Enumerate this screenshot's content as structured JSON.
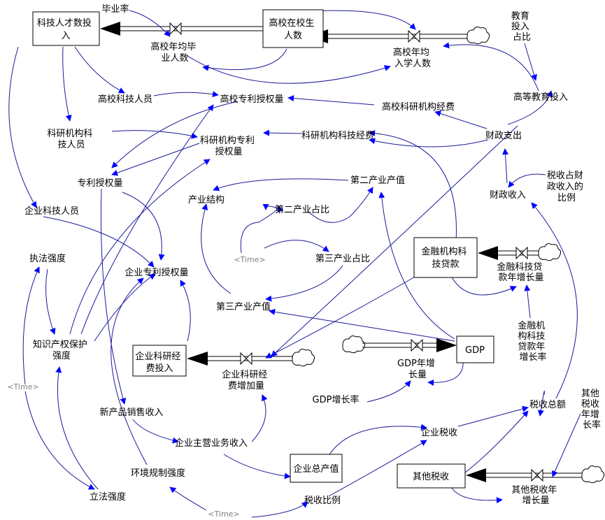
{
  "stocks": {
    "talent": "科技人才数投入",
    "students": "高校在校生人数",
    "finloan": "金融机构科技贷款",
    "firminput": "企业科研经费投入",
    "gdp": "GDP",
    "firmoutput": "企业总产值",
    "othertax": "其他税收"
  },
  "vars": {
    "graduation_rate": "毕业率",
    "grad_flow": "高校年均毕业人数",
    "enroll_flow": "高校年均入学人数",
    "edu_share": "教育投入占比",
    "higher_edu_invest": "高等教育投入",
    "univ_staff": "高校科技人员",
    "univ_patents": "高校专利授权量",
    "univ_funds": "高校科研机构经费",
    "inst_staff": "科研机构科技人员",
    "inst_patents": "科研机构专利授权量",
    "inst_funds": "科研机构科技经费",
    "fiscal_exp": "财政支出",
    "patents": "专利授权量",
    "industry_structure": "产业结构",
    "secondary_output": "第二产业产值",
    "secondary_share": "第二产业占比",
    "tax_share_revenue": "税收占财政收入的比例",
    "fiscal_revenue": "财政收入",
    "firm_staff": "企业科技人员",
    "enforcement": "执法强度",
    "firm_patents": "企业专利授权量",
    "tertiary_share": "第三产业占比",
    "loan_growth": "金融科技贷款年增长量",
    "tertiary_output": "第三产业产值",
    "ip_protection": "知识产权保护强度",
    "loan_growth_rate": "金融机构科技贷款年增长率",
    "firm_rd_growth": "企业科研经费增加量",
    "gdp_growth_flow": "GDP年增长量",
    "gdp_growth_rate": "GDP增长率",
    "new_product_sales": "新产品销售收入",
    "main_business_income": "企业主营业务收入",
    "firm_tax": "企业税收",
    "tax_total": "税收总额",
    "other_tax_growth_rate": "其他税收年增长率",
    "env_regulation": "环境规制强度",
    "legislation": "立法强度",
    "tax_rate": "税收比例",
    "other_tax_growth": "其他税收年增长量"
  },
  "shadow": {
    "time": "<Time>"
  },
  "colors": {
    "link": "#1a1a9a",
    "arrowhead": "#0000ff",
    "flow_arrow": "#000000",
    "shadow_text": "#808080"
  }
}
